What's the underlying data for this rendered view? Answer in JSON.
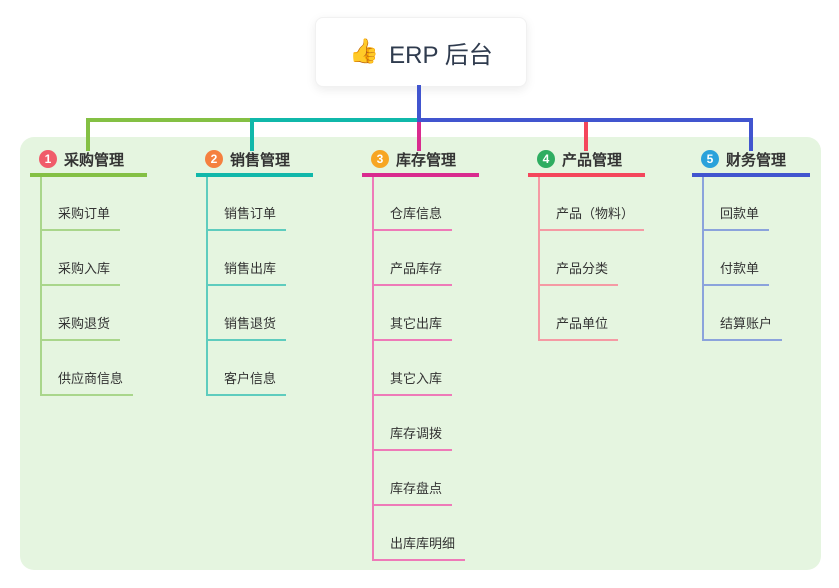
{
  "root": {
    "icon": "👍",
    "label": "ERP 后台"
  },
  "branches": [
    {
      "num": "1",
      "title": "采购管理",
      "line_color": "#84c044",
      "child_line_color": "#a9d68b",
      "badge_color": "#f05c6a",
      "children": [
        "采购订单",
        "采购入库",
        "采购退货",
        "供应商信息"
      ]
    },
    {
      "num": "2",
      "title": "销售管理",
      "line_color": "#10b8aa",
      "child_line_color": "#5eccbe",
      "badge_color": "#f5803f",
      "children": [
        "销售订单",
        "销售出库",
        "销售退货",
        "客户信息"
      ]
    },
    {
      "num": "3",
      "title": "库存管理",
      "line_color": "#d92b8f",
      "child_line_color": "#ee7ab8",
      "badge_color": "#f7a623",
      "children": [
        "仓库信息",
        "产品库存",
        "其它出库",
        "其它入库",
        "库存调拨",
        "库存盘点",
        "出库库明细"
      ]
    },
    {
      "num": "4",
      "title": "产品管理",
      "line_color": "#f4465c",
      "child_line_color": "#f59aa4",
      "badge_color": "#2fad61",
      "children": [
        "产品（物料）",
        "产品分类",
        "产品单位"
      ]
    },
    {
      "num": "5",
      "title": "财务管理",
      "line_color": "#4155cf",
      "child_line_color": "#8ba3dc",
      "badge_color": "#2aa2db",
      "children": [
        "回款单",
        "付款单",
        "结算账户"
      ]
    }
  ],
  "colors": {
    "root_connector": "#4155cf",
    "panel_background": "#e5f5e0",
    "canvas_background": "#ffffff",
    "text": "#333333"
  }
}
